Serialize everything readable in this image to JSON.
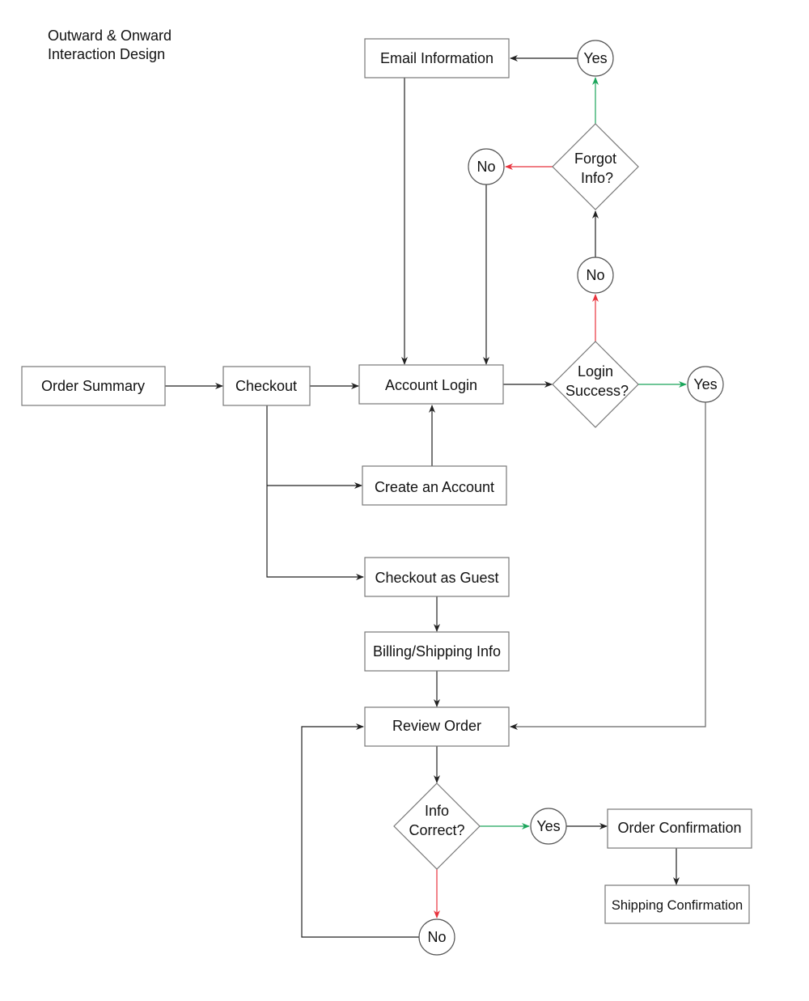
{
  "title": {
    "line1": "Outward & Onward",
    "line2": "Interaction Design"
  },
  "colors": {
    "yes_edge": "#1aa55a",
    "no_edge": "#e8323c",
    "default_edge": "#222222"
  },
  "nodes": {
    "email_information": "Email Information",
    "yes_email": "Yes",
    "forgot_info": {
      "line1": "Forgot",
      "line2": "Info?"
    },
    "no_forgot": "No",
    "no_login": "No",
    "order_summary": "Order Summary",
    "checkout": "Checkout",
    "account_login": "Account Login",
    "login_success": {
      "line1": "Login",
      "line2": "Success?"
    },
    "yes_login": "Yes",
    "create_account": "Create an Account",
    "checkout_guest": "Checkout as Guest",
    "billing_shipping": "Billing/Shipping Info",
    "review_order": "Review Order",
    "info_correct": {
      "line1": "Info",
      "line2": "Correct?"
    },
    "yes_info": "Yes",
    "order_confirmation": "Order Confirmation",
    "shipping_confirmation": "Shipping Confirmation",
    "no_info": "No"
  }
}
